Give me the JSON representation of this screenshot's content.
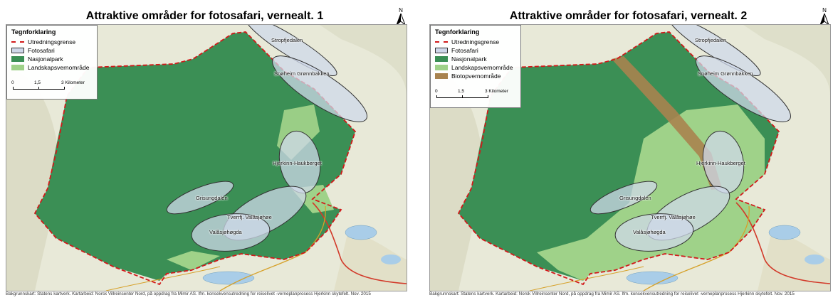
{
  "panels": [
    {
      "title": "Attraktive områder for fotosafari, vernealt. 1",
      "north": "N",
      "legend": {
        "title": "Tegnforklaring",
        "items": [
          {
            "label": "Utredningsgrense",
            "type": "line",
            "color": "#d11a1a"
          },
          {
            "label": "Fotosafari",
            "type": "box",
            "color": "#cfd8ea"
          },
          {
            "label": "Nasjonalpark",
            "type": "box",
            "color": "#3b8f55"
          },
          {
            "label": "Landskapsvernområde",
            "type": "box",
            "color": "#9fd289"
          }
        ]
      },
      "scale": {
        "labels": [
          "0",
          "1,5",
          "3 Kilometer"
        ]
      },
      "areas": [
        "Stropfjedalen",
        "Snøheim Grønnbakken",
        "Hjerkinn-Haukberget",
        "Grisungdalen",
        "Tverrfj. Valåsjøhøe",
        "Valåsjøhøgda"
      ],
      "credit": "Bakgrunnskart: Statens kartverk. Kartarbeid: Norsk Villreinsenter Nord, på oppdrag fra Mimir AS. Ifm. konsekvensutredning for reiselivet -verneplanprosess Hjerkinn skytefelt. Nov. 2015"
    },
    {
      "title": "Attraktive områder for fotosafari, vernealt. 2",
      "north": "N",
      "legend": {
        "title": "Tegnforklaring",
        "items": [
          {
            "label": "Utredningsgrense",
            "type": "line",
            "color": "#d11a1a"
          },
          {
            "label": "Fotosafari",
            "type": "box",
            "color": "#cfd8ea"
          },
          {
            "label": "Nasjonalpark",
            "type": "box",
            "color": "#3b8f55"
          },
          {
            "label": "Landskapsvernområde",
            "type": "box",
            "color": "#9fd289"
          },
          {
            "label": "Biotopvernområde",
            "type": "box",
            "color": "#a8834f"
          }
        ]
      },
      "scale": {
        "labels": [
          "0",
          "1,5",
          "3 Kilometer"
        ]
      },
      "areas": [
        "Stropfjedalen",
        "Snøheim Grønnbakken",
        "Hjerkinn-Haukberget",
        "Grisungdalen",
        "Tverrfj. Valåsjøhøe",
        "Valåsjøhøgda"
      ],
      "credit": "Bakgrunnskart: Statens kartverk. Kartarbeid: Norsk Villreinsenter Nord, på oppdrag fra Mimir AS. Ifm. konsekvensutredning for reiselivet -verneplanprosess Hjerkinn skytefelt. Nov. 2015"
    }
  ]
}
